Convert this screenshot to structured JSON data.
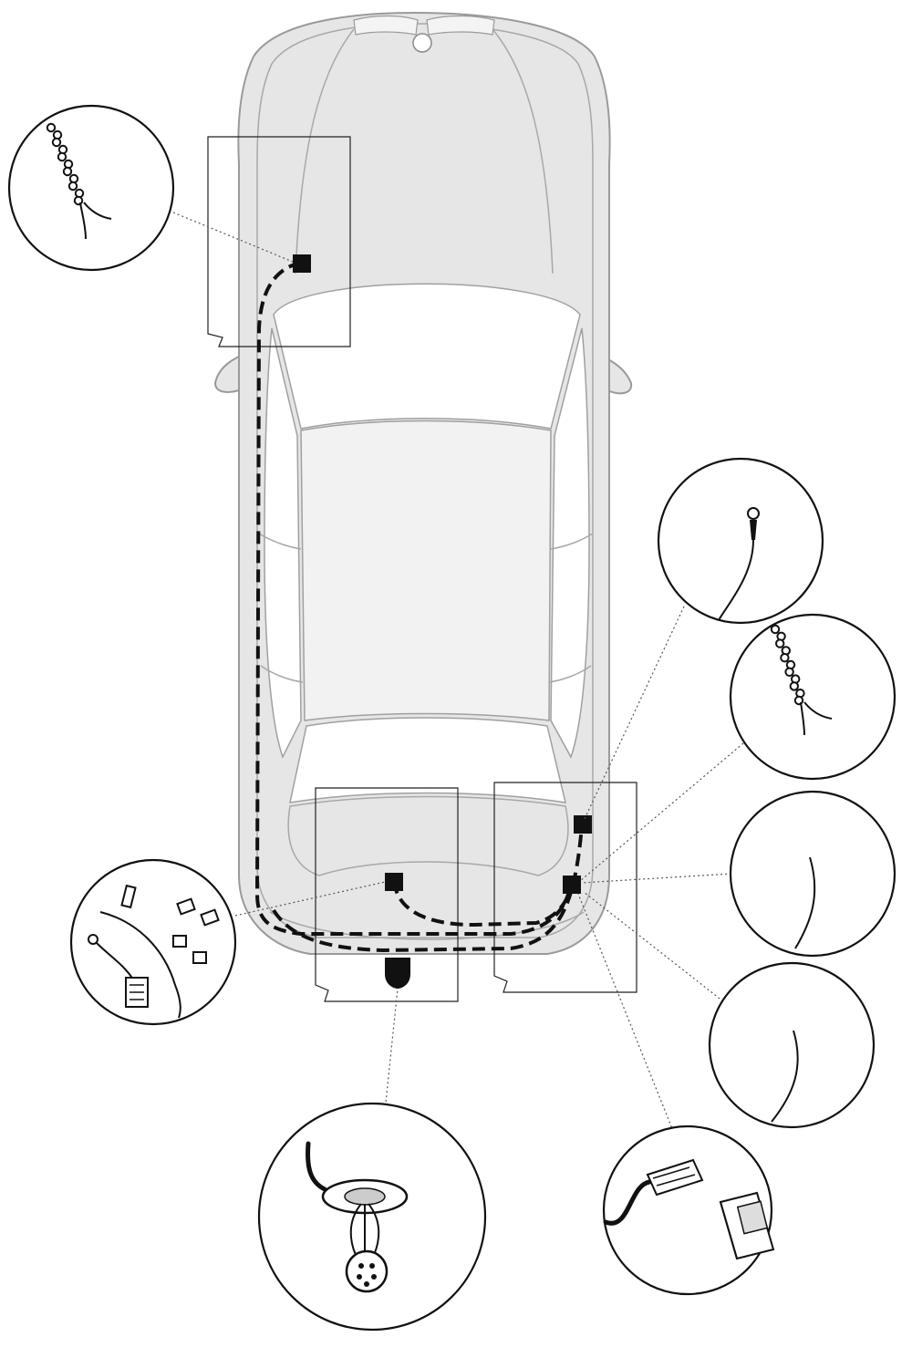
{
  "diagram": {
    "kind": "vehicle-wiring-installation",
    "view": "top-down",
    "vehicle": "sedan",
    "colors": {
      "background": "#ffffff",
      "car_body": "#e6e6e6",
      "car_outline": "#9a9a9a",
      "glass": "#ffffff",
      "harness": "#111111",
      "leader_line": "#555555",
      "bubble_outline": "#111111"
    },
    "harness_style": "dashed",
    "leader_style": "dotted",
    "connection_points": [
      {
        "name": "front-left-splice-point",
        "shape": "square"
      },
      {
        "name": "rear-right-upper-point",
        "shape": "square"
      },
      {
        "name": "rear-right-lower-point",
        "shape": "square"
      },
      {
        "name": "rear-center-point",
        "shape": "square"
      },
      {
        "name": "tow-socket-point",
        "shape": "socket"
      }
    ],
    "detail_bubbles": [
      {
        "name": "twisted-wire-front-detail",
        "depicts": "twisted-pair-splice"
      },
      {
        "name": "ring-terminal-detail",
        "depicts": "ground-ring-terminal"
      },
      {
        "name": "twisted-wire-rear-detail",
        "depicts": "twisted-pair-splice"
      },
      {
        "name": "single-wire-detail-a",
        "depicts": "single-wire"
      },
      {
        "name": "single-wire-detail-b",
        "depicts": "single-wire"
      },
      {
        "name": "control-module-detail",
        "depicts": "connector-and-module"
      },
      {
        "name": "accessory-kit-detail",
        "depicts": "clips-and-connectors"
      },
      {
        "name": "tow-socket-detail",
        "depicts": "tow-bar-socket-with-plug"
      }
    ],
    "area_frames": [
      "front-left-area-frame",
      "rear-center-area-frame",
      "rear-right-area-frame"
    ]
  }
}
